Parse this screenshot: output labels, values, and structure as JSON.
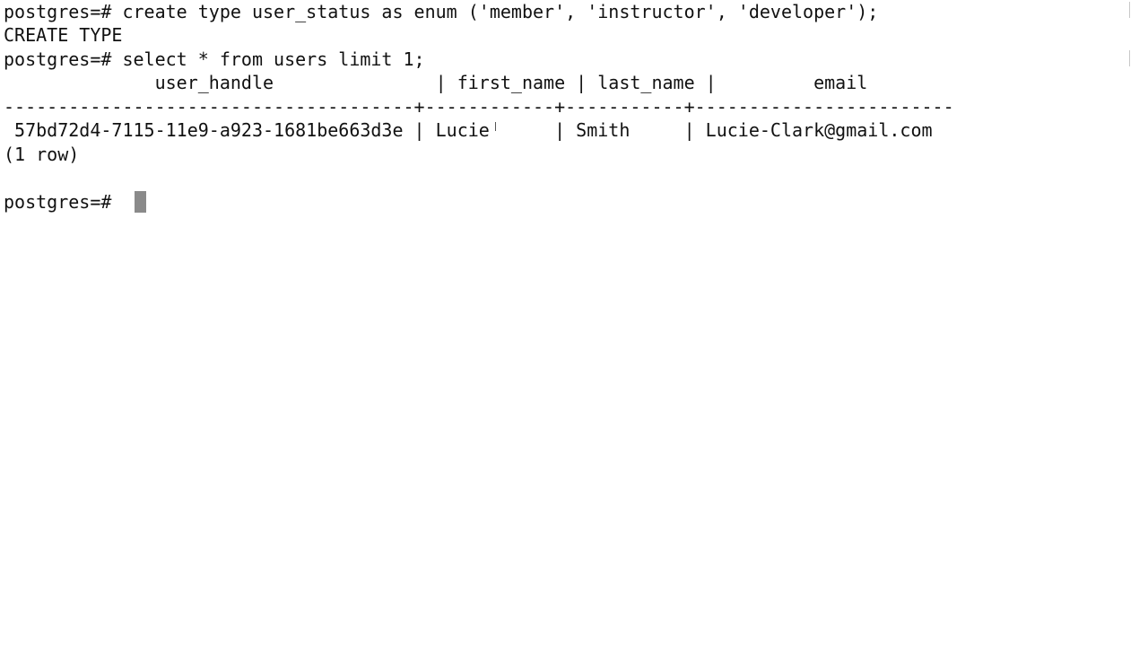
{
  "terminal": {
    "lines": [
      "postgres=# create type user_status as enum ('member', 'instructor', 'developer');",
      "CREATE TYPE",
      "postgres=# select * from users limit 1;",
      "              user_handle               | first_name | last_name |         email",
      "--------------------------------------+------------+-----------+------------------------",
      " 57bd72d4-7115-11e9-a923-1681be663d3e | Lucie      | Smith     | Lucie-Clark@gmail.com",
      "(1 row)",
      "",
      "postgres=# "
    ]
  }
}
